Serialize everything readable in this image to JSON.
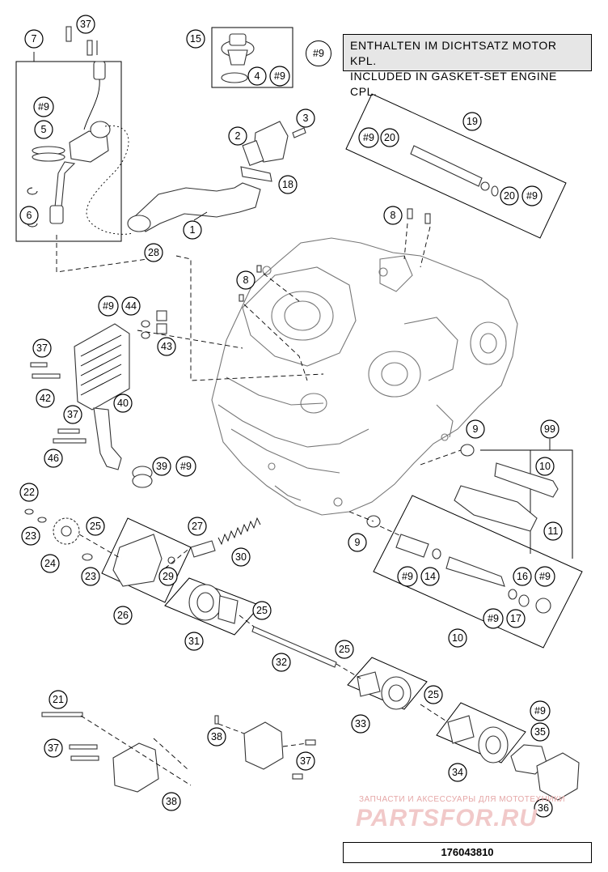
{
  "legend": {
    "tag": "#9",
    "line1": "ENTHALTEN IM DICHTSATZ MOTOR KPL.",
    "line2": "INCLUDED IN GASKET-SET ENGINE CPL."
  },
  "drawing_number": "176043810",
  "watermark": {
    "subtitle": "ЗАПЧАСТИ И АКСЕССУАРЫ ДЛЯ МОТОТЕХНИКИ",
    "logo": "PARTSFOR.RU"
  },
  "callouts": {
    "c37a": "37",
    "c7": "7",
    "c15": "15",
    "c4": "4",
    "c9_15": "#9",
    "c9_7": "#9",
    "c5": "5",
    "c6": "6",
    "c3": "3",
    "c2": "2",
    "c18": "18",
    "c1": "1",
    "c19": "19",
    "c9_19a": "#9",
    "c20a": "20",
    "c20b": "20",
    "c9_19b": "#9",
    "c8a": "8",
    "c28": "28",
    "c8b": "8",
    "c9_44": "#9",
    "c44": "44",
    "c37b": "37",
    "c43": "43",
    "c42": "42",
    "c40": "40",
    "c37c": "37",
    "c46": "46",
    "c39": "39",
    "c9_39": "#9",
    "c9a": "9",
    "c99": "99",
    "c10a": "10",
    "c11": "11",
    "c9b": "9",
    "c9_14": "#9",
    "c14": "14",
    "c16": "16",
    "c9_16": "#9",
    "c9_17": "#9",
    "c17": "17",
    "c10b": "10",
    "c22": "22",
    "c23a": "23",
    "c25a": "25",
    "c24": "24",
    "c23b": "23",
    "c27": "27",
    "c30": "30",
    "c29": "29",
    "c26": "26",
    "c25b": "25",
    "c31": "31",
    "c32": "32",
    "c25c": "25",
    "c33": "33",
    "c25d": "25",
    "c9_35": "#9",
    "c35": "35",
    "c34": "34",
    "c36": "36",
    "c21": "21",
    "c37d": "37",
    "c38a": "38",
    "c38b": "38",
    "c37e": "37"
  }
}
